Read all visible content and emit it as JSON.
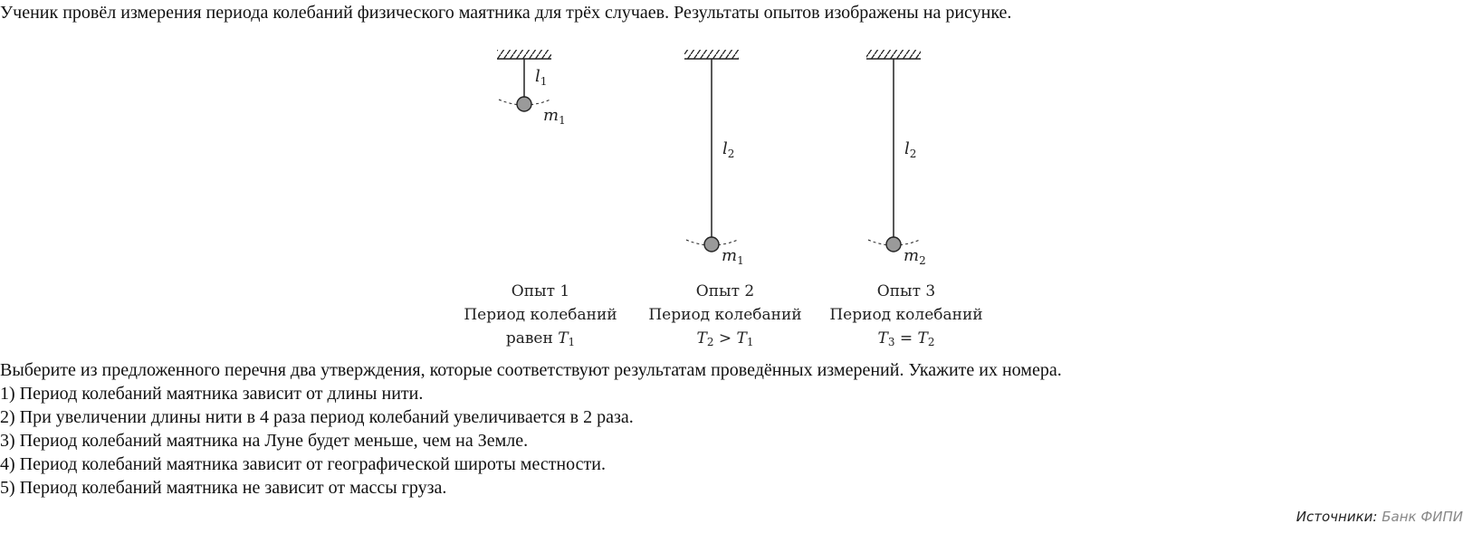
{
  "intro": "Ученик провёл измерения периода колебаний физического маятника для трёх случаев. Результаты опытов изображены на рисунке.",
  "figure": {
    "pendulums": [
      {
        "length_label": "l",
        "length_sub": "1",
        "mass_label": "m",
        "mass_sub": "1"
      },
      {
        "length_label": "l",
        "length_sub": "2",
        "mass_label": "m",
        "mass_sub": "1"
      },
      {
        "length_label": "l",
        "length_sub": "2",
        "mass_label": "m",
        "mass_sub": "2"
      }
    ],
    "captions": [
      {
        "title": "Опыт 1",
        "line2": "Период колебаний",
        "line3_text": "равен ",
        "line3_a": "T",
        "line3_a_sub": "1",
        "line3_op": "",
        "line3_b": "",
        "line3_b_sub": ""
      },
      {
        "title": "Опыт 2",
        "line2": "Период колебаний",
        "line3_text": "",
        "line3_a": "T",
        "line3_a_sub": "2",
        "line3_op": " > ",
        "line3_b": "T",
        "line3_b_sub": "1"
      },
      {
        "title": "Опыт 3",
        "line2": "Период колебаний",
        "line3_text": "",
        "line3_a": "T",
        "line3_a_sub": "3",
        "line3_op": " = ",
        "line3_b": "T",
        "line3_b_sub": "2"
      }
    ]
  },
  "question": "Выберите из предложенного перечня два утверждения, которые соответствуют результатам проведённых измерений. Укажите их номера.",
  "options": [
    "1) Период колебаний маятника зависит от длины нити.",
    "2) При увеличении длины нити в 4 раза период колебаний увеличивается в 2 раза.",
    "3) Период колебаний маятника на Луне будет меньше, чем на Земле.",
    "4) Период колебаний маятника зависит от географической широты местности.",
    "5) Период колебаний маятника не зависит от массы груза."
  ],
  "source": {
    "label": "Источники:",
    "link": "Банк ФИПИ"
  }
}
